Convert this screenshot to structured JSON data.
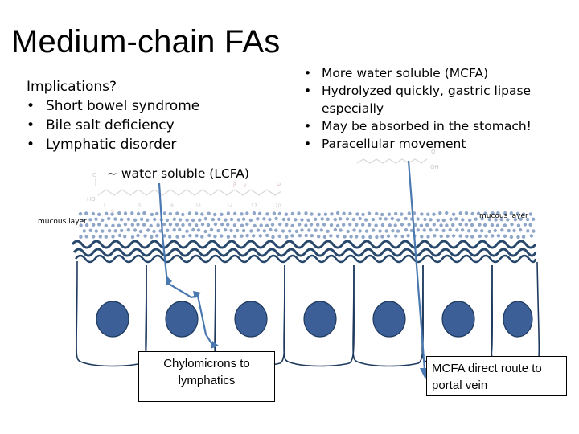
{
  "title": "Medium-chain FAs",
  "implications": {
    "heading": "Implications?",
    "items": [
      "Short bowel syndrome",
      "Bile salt deficiency",
      "Lymphatic disorder"
    ]
  },
  "mcfa_points": [
    "More water soluble (MCFA)",
    "Hydrolyzed quickly, gastric lipase especially",
    "May be absorbed in the stomach!",
    "Paracellular movement"
  ],
  "lcfa_label": "~ water soluble (LCFA)",
  "mucous_left": "mucous layer",
  "mucous_right": "mucous layer",
  "chylomicrons_label": "Chylomicrons to lymphatics",
  "portal_label": "MCFA direct route to portal vein",
  "molecule_lcfa": {
    "carbon_numbers": [
      "1",
      "5",
      "9",
      "11",
      "14",
      "17",
      "20"
    ],
    "greek": [
      "α",
      "β",
      "γ",
      "ω"
    ],
    "atoms": [
      "O",
      "HO",
      "C"
    ]
  },
  "molecule_mcfa": {
    "atoms": [
      "O",
      "OH"
    ]
  },
  "colors": {
    "mucous_dots": "#8fa6c8",
    "villi": "#27476b",
    "cell_outline": "#1e3a5f",
    "nucleus": "#3b5f96",
    "arrow": "#4a78b0"
  }
}
